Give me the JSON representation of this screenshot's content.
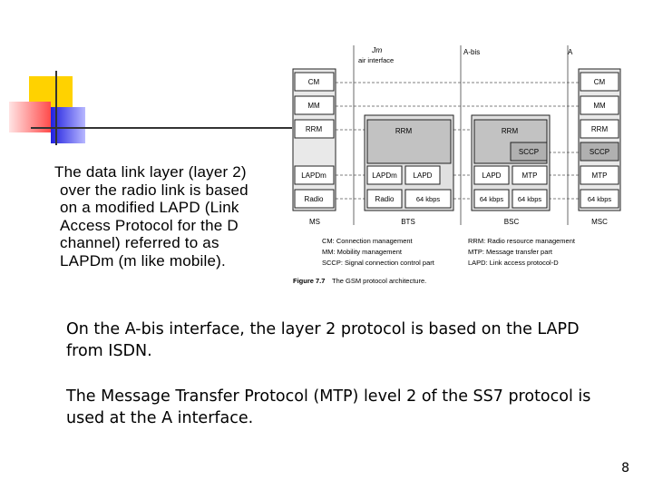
{
  "slide": {
    "left_text_lines": [
      "The data link layer (layer 2)",
      "over the radio link is based",
      "on a modified LAPD (Link",
      "Access Protocol for the D",
      "channel) referred to as",
      "LAPDm (m like mobile)."
    ],
    "para_abis_lines": [
      "On the A-bis interface, the layer 2 protocol is based on the LAPD",
      "from ISDN."
    ],
    "para_mtp_lines": [
      "The Message Transfer Protocol (MTP) level 2 of the SS7 protocol is",
      "used at the A interface."
    ],
    "page_number": "8"
  },
  "figure": {
    "interfaces": {
      "um": "Jm",
      "um_sub": "air interface",
      "abis": "A-bis",
      "a": "A"
    },
    "ms": {
      "name": "MS",
      "layers": [
        "CM",
        "MM",
        "RRM",
        "LAPDm",
        "Radio"
      ]
    },
    "bts": {
      "name": "BTS",
      "layers": {
        "rrm": "RRM",
        "lapdm": "LAPDm",
        "lapd": "LAPD",
        "radio": "Radio",
        "kbps": "64 kbps"
      }
    },
    "bsc": {
      "name": "BSC",
      "layers": {
        "rrm": "RRM",
        "sccp": "SCCP",
        "lapd": "LAPD",
        "mtp": "MTP",
        "kbps1": "64 kbps",
        "kbps2": "64 kbps"
      }
    },
    "msc": {
      "name": "MSC",
      "layers": [
        "CM",
        "MM",
        "RRM",
        "SCCP",
        "MTP",
        "64 kbps"
      ]
    },
    "legend": [
      "CM: Connection management",
      "MM: Mobility management",
      "SCCP: Signal connection control part",
      "RRM: Radio resource management",
      "MTP: Message transfer part",
      "LAPD: Link access protocol-D"
    ],
    "caption_label": "Figure 7.7",
    "caption_text": "The GSM protocol architecture."
  }
}
